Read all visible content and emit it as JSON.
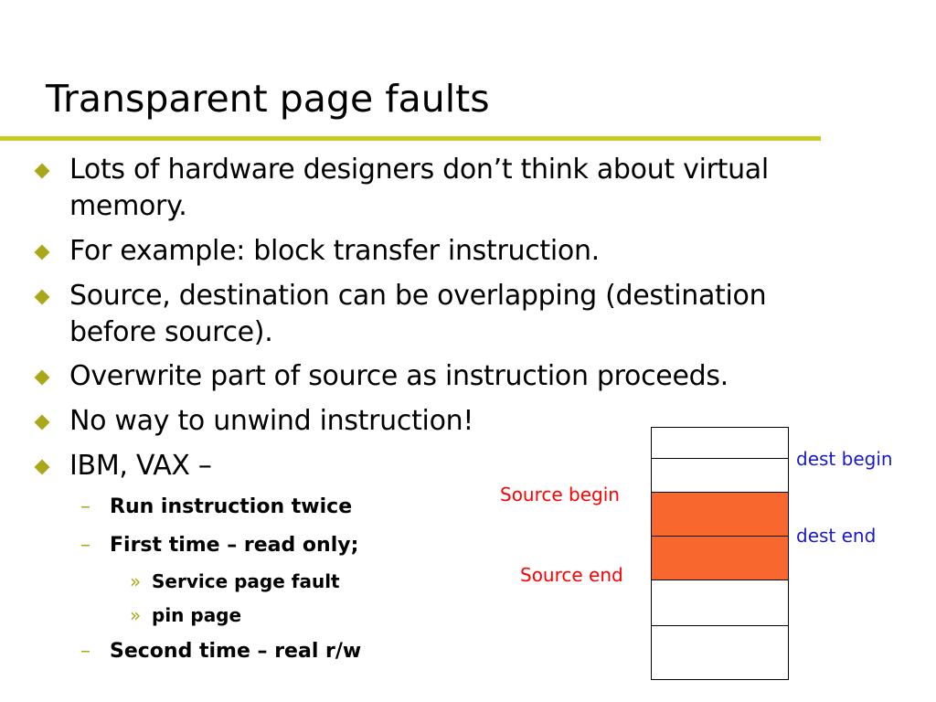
{
  "slide": {
    "title": "Transparent page faults",
    "rule_color": "#c9c924",
    "bullet_color": "#a8a81a"
  },
  "bullets": [
    {
      "line1": "Lots of hardware designers don’t think about virtual",
      "line2": "memory."
    },
    {
      "line1": "For example: block transfer instruction."
    },
    {
      "line1": "Source, destination can be overlapping (destination",
      "line2": "before source)."
    },
    {
      "line1": "Overwrite part of source as instruction proceeds."
    },
    {
      "line1": "No way to unwind instruction!"
    },
    {
      "line1": "IBM, VAX –"
    }
  ],
  "sub_bullets": [
    {
      "marker": "–",
      "text": "Run instruction twice"
    },
    {
      "marker": "–",
      "text": "First time – read only;"
    },
    {
      "marker": "»",
      "text": "Service page fault"
    },
    {
      "marker": "»",
      "text": "pin page"
    },
    {
      "marker": "–",
      "text": "Second time – real r/w"
    }
  ],
  "diagram": {
    "labels": {
      "dest_begin": "dest begin",
      "dest_end": "dest end",
      "source_begin": "Source begin",
      "source_end": "Source end"
    },
    "highlight_color": "#f8682e",
    "source_label_color": "#ff0000",
    "dest_label_color": "#1a1acc"
  }
}
